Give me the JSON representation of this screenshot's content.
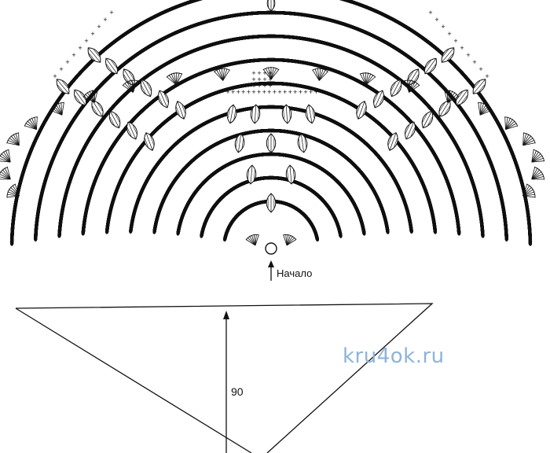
{
  "diagram": {
    "start_label": "Начало",
    "watermark": "kru4ok.ru",
    "height_label": "90",
    "symbols": {
      "single_crochet": "+",
      "chain": "oval",
      "double_crochet_cluster": "leaf",
      "fan": "fan"
    }
  }
}
